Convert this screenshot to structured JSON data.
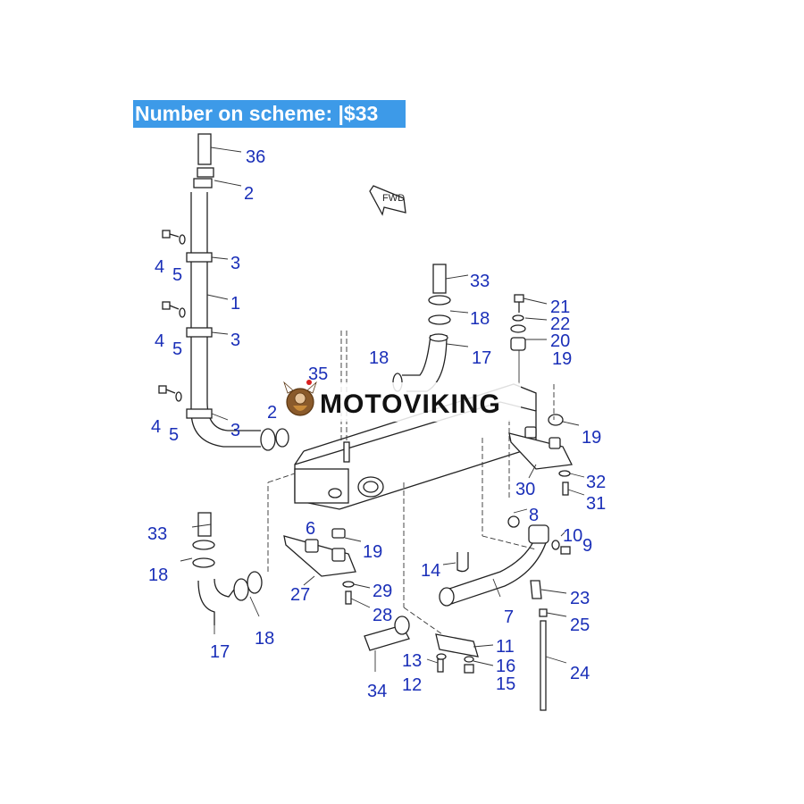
{
  "banner": {
    "text": "Number on scheme: |$33"
  },
  "watermark": {
    "text": "MOTOVIKING"
  },
  "fwd_label": "FWD",
  "callouts": [
    "36",
    "2",
    "4",
    "5",
    "3",
    "1",
    "4",
    "5",
    "3",
    "4",
    "5",
    "3",
    "2",
    "35",
    "33",
    "18",
    "18",
    "17",
    "21",
    "22",
    "20",
    "19",
    "19",
    "32",
    "31",
    "30",
    "8",
    "10",
    "9",
    "6",
    "19",
    "27",
    "29",
    "28",
    "14",
    "23",
    "7",
    "25",
    "11",
    "13",
    "16",
    "12",
    "15",
    "24",
    "34",
    "33",
    "18",
    "17",
    "18"
  ],
  "colors": {
    "banner_bg": "#3d9ae8",
    "callout_text": "#1a2fb8",
    "line_art": "#222222"
  }
}
